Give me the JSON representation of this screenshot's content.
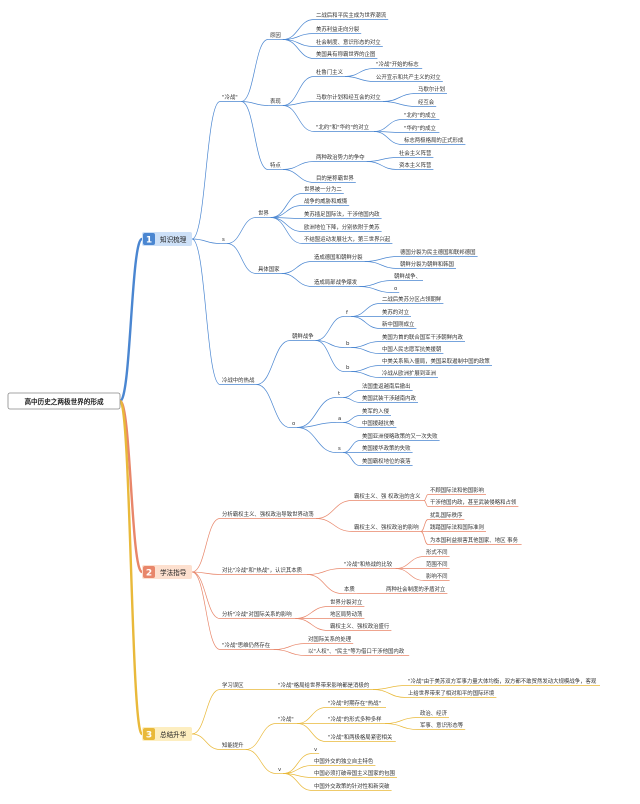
{
  "title": "高中历史之两极世界的形成",
  "colors": {
    "blue": "#4a86d1",
    "orange": "#e8866a",
    "yellow": "#e9b93a",
    "badge_blue": "#cde0f7",
    "badge_orange": "#fde0cf",
    "badge_yellow": "#fdeec0"
  },
  "branches": [
    {
      "num": "1",
      "label": "知识梳理"
    },
    {
      "num": "2",
      "label": "学法指导"
    },
    {
      "num": "3",
      "label": "总结升华"
    }
  ],
  "nodes": {
    "b1": "\"冷战\"",
    "b1a": "原因",
    "b1a1": "二战后和平民主成为世界潮流",
    "b1a2": "美苏利益走向分裂",
    "b1a3": "社会制度、意识形态的对立",
    "b1a4": "美国具有称霸世界的企图",
    "b1b": "表现",
    "b1b1": "杜鲁门主义",
    "b1b1a": "\"冷战\"开始的标志",
    "b1b1b": "公开宣示和共产主义的对立",
    "b1b2": "马歇尔计划和经互会的对立",
    "b1b2a": "马歇尔计划",
    "b1b2b": "经互会",
    "b1b3": "\"北约\"和\"华约\"的对立",
    "b1b3a": "\"北约\"的成立",
    "b1b3b": "\"华约\"的成立",
    "b1b3c": "标志两极格局的正式形成",
    "b1c": "特点",
    "b1c1": "两种政治势力的争夺",
    "b1c1a": "社会主义阵营",
    "b1c1b": "资本主义阵营",
    "b1c2": "目的是称霸世界",
    "b2": "s",
    "b2a": "世界",
    "b2a1": "世界被一分为二",
    "b2a2": "战争的威胁和威慑",
    "b2a3": "美苏插足国际法，干涉他国内政",
    "b2a4": "欧洲地位下降，分别依附于美苏",
    "b2a5": "不结盟运动发展壮大，第三世界兴起",
    "b2b": "具体国家",
    "b2b1": "造成德国和朝鲜分裂",
    "b2b1a": "德国分裂为民主德国和联邦德国",
    "b2b1b": "朝鲜分裂为朝鲜和韩国",
    "b2b2": "造成局部战争爆发",
    "b2b2a": "朝鲜战争、",
    "b2b2b": "o",
    "b3": "冷战中的热战",
    "b3a": "朝鲜战争",
    "b3a1": "f",
    "b3a1a": "二战后美苏分区占领朝鲜",
    "b3a1b": "美苏的对立",
    "b3a1c": "新中国刚成立",
    "b3a2": "b",
    "b3a2a": "美国为首的联合国军干涉朝鲜内政",
    "b3a2b": "中国人民志愿军抗美援朝",
    "b3a3": "b",
    "b3a3a": "中美关系陷入僵局，美国采取遏制中国的政策",
    "b3a3b": "冷战从欧洲扩展到亚洲",
    "b3b": "o",
    "b3b1": "t",
    "b3b1a": "法国重返越南后撤出",
    "b3b1b": "美国武装干涉越南内政",
    "b3b2": "a",
    "b3b2a": "美军的入侵",
    "b3b2b": "中国援越抗美",
    "b3b3": "s",
    "b3b3a": "美国亚洲侵略政策的又一次失败",
    "b3b3b": "美国援华政策的失败",
    "b3b3c": "美国霸权地位的衰落",
    "c1": "分析霸权主义、强权政治导致世界动荡",
    "c1a": "霸权主义、强 权政治的含义",
    "c1a1": "不顾国际法和他国影响",
    "c1a2": "干涉他国内政，甚至武装侵略和占领",
    "c1b": "霸权主义、强权政治的影响",
    "c1b1": "扰乱国际秩序",
    "c1b2": "践踏国际法和国际准则",
    "c1b3": "为本国利益损害其他国家、地区 事务",
    "c2": "对比\"冷战\"和\"热战\"，认识其本质",
    "c2a": "\"冷战\"和热战的比较",
    "c2a1": "形式不同",
    "c2a2": "范围不同",
    "c2a3": "影响不同",
    "c2b": "本质",
    "c2b1": "两种社会制度的矛盾对立",
    "c3": "分析\"冷战\"对国际关系的影响",
    "c3a": "世界分裂对立",
    "c3b": "地区局势动荡",
    "c3c": "霸权主义、强权政治盛行",
    "c4": "\"冷战\"思维仍然存在",
    "c4a": "对国际关系的处理",
    "c4b": "以\"人权\"、\"民主\"等为借口干涉他国内政",
    "d1": "学习误区",
    "d1a": "\"冷战\"格局给世界带来影响都是消极的",
    "d1a1": "\"冷战\"由于美苏双方军事力量大体均衡，双方都不敢贸然发动大规模战争，客观",
    "d1a2": "上给世界带来了相对和平的国际环境",
    "d2": "知能提升",
    "d2a": "\"冷战\"",
    "d2a1": "\"冷战\"时期存在\"热战\"",
    "d2a2": "\"冷战\"的形式多种多样",
    "d2a2a": "政治、经济",
    "d2a2b": "军事、意识形态等",
    "d2a3": "\"冷战\"和两极格局紧密相关",
    "d2b": "v",
    "d2b1": "v",
    "d2b2": "中国外交的独立自主特色",
    "d2b3": "中国必须打破帝国主义国家的包围",
    "d2b4": "中国外交政策的针对性和新突破"
  }
}
